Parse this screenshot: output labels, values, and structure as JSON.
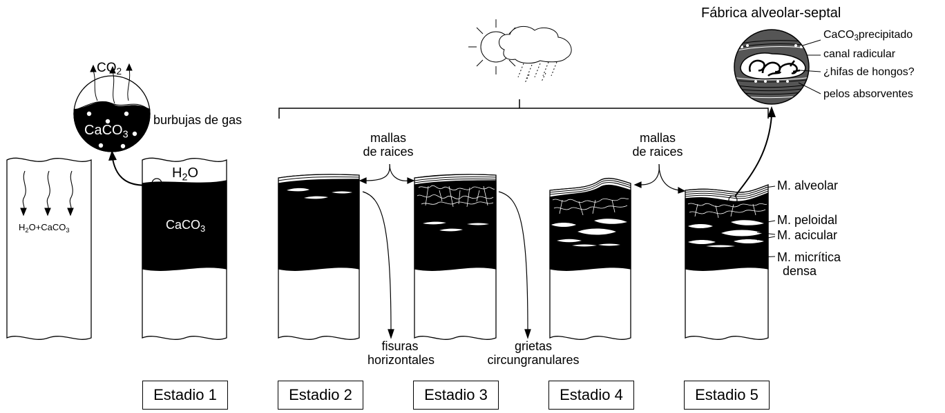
{
  "title": "Fábrica alveolar-septal",
  "stages": [
    "Estadio 1",
    "Estadio 2",
    "Estadio 3",
    "Estadio 4",
    "Estadio 5"
  ],
  "stage1": {
    "gas_bubbles_label": "burbujas de gas",
    "co2": {
      "main": "CO",
      "sub": "2"
    },
    "caco3_bubble": {
      "main": "CaCO",
      "sub": "3"
    },
    "water": {
      "pre": "H",
      "sub": "2",
      "post": "O"
    },
    "caco3_core": {
      "main": "CaCO",
      "sub": "3"
    },
    "solution": {
      "pre": "H",
      "sub1": "2",
      "mid": "O+CaCO",
      "sub2": "3"
    }
  },
  "root_mats_label_1": [
    "mallas",
    "de raices"
  ],
  "root_mats_label_2": [
    "mallas",
    "de raices"
  ],
  "fissures_label": [
    "fisuras",
    "horizontales"
  ],
  "cracks_label": [
    "grietas",
    "circungranulares"
  ],
  "inset_labels": {
    "caco3_precip": {
      "main": "CaCO",
      "sub": "3",
      "rest": "precipitado"
    },
    "root_canal": "canal radicular",
    "fungal_hyphae": "¿hifas de hongos?",
    "root_hairs": "pelos absorventes"
  },
  "facies_labels": {
    "alveolar": "M. alveolar",
    "peloidal": "M. peloidal",
    "acicular": "M. acicular",
    "micritic": [
      "M. micrítica",
      "densa"
    ]
  },
  "colors": {
    "ink": "#000000",
    "inset_fill": "#555555",
    "paper": "#ffffff"
  }
}
